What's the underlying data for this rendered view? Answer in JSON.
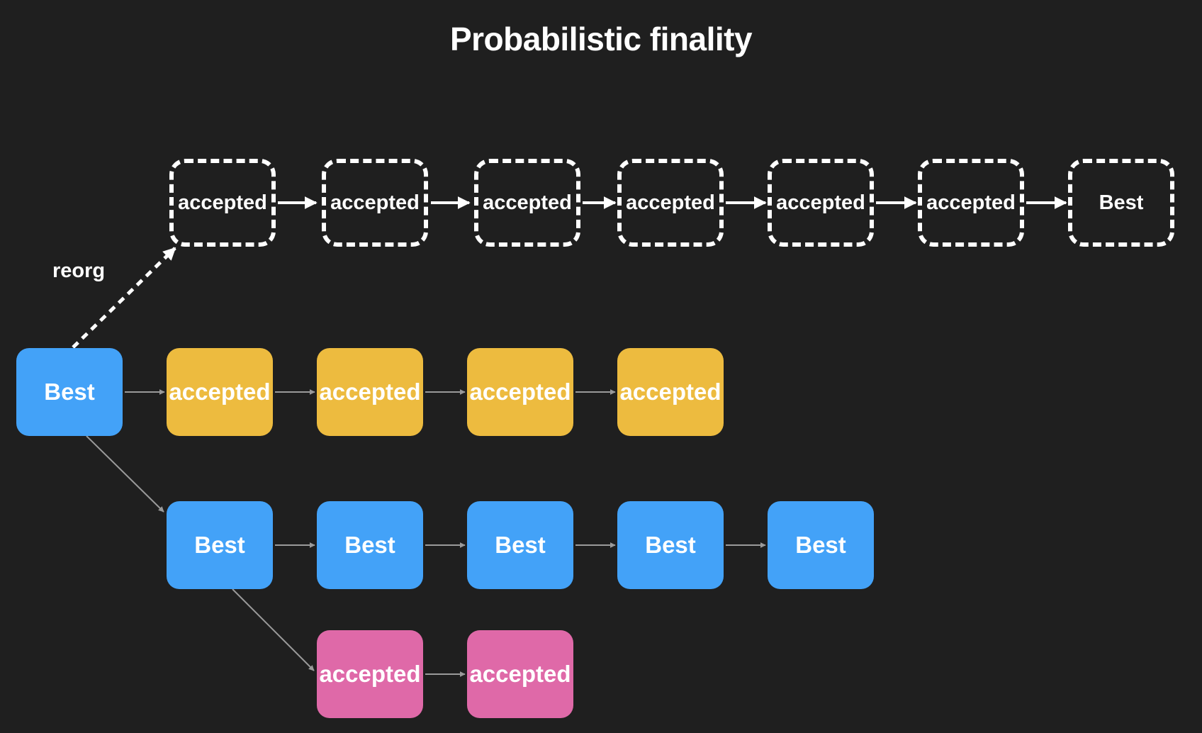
{
  "title": "Probabilistic finality",
  "reorg_label": "reorg",
  "colors": {
    "background": "#1f1f1f",
    "best": "#43a2f8",
    "accepted": "#edbb3f",
    "orphan": "#df69a8",
    "edge": "#9a9a9a",
    "dashed": "#ffffff"
  },
  "ghost_chain": [
    "accepted",
    "accepted",
    "accepted",
    "accepted",
    "accepted",
    "accepted",
    "Best"
  ],
  "origin": "Best",
  "accepted_chain": [
    "accepted",
    "accepted",
    "accepted",
    "accepted"
  ],
  "best_chain": [
    "Best",
    "Best",
    "Best",
    "Best",
    "Best"
  ],
  "orphan_chain": [
    "accepted",
    "accepted"
  ]
}
